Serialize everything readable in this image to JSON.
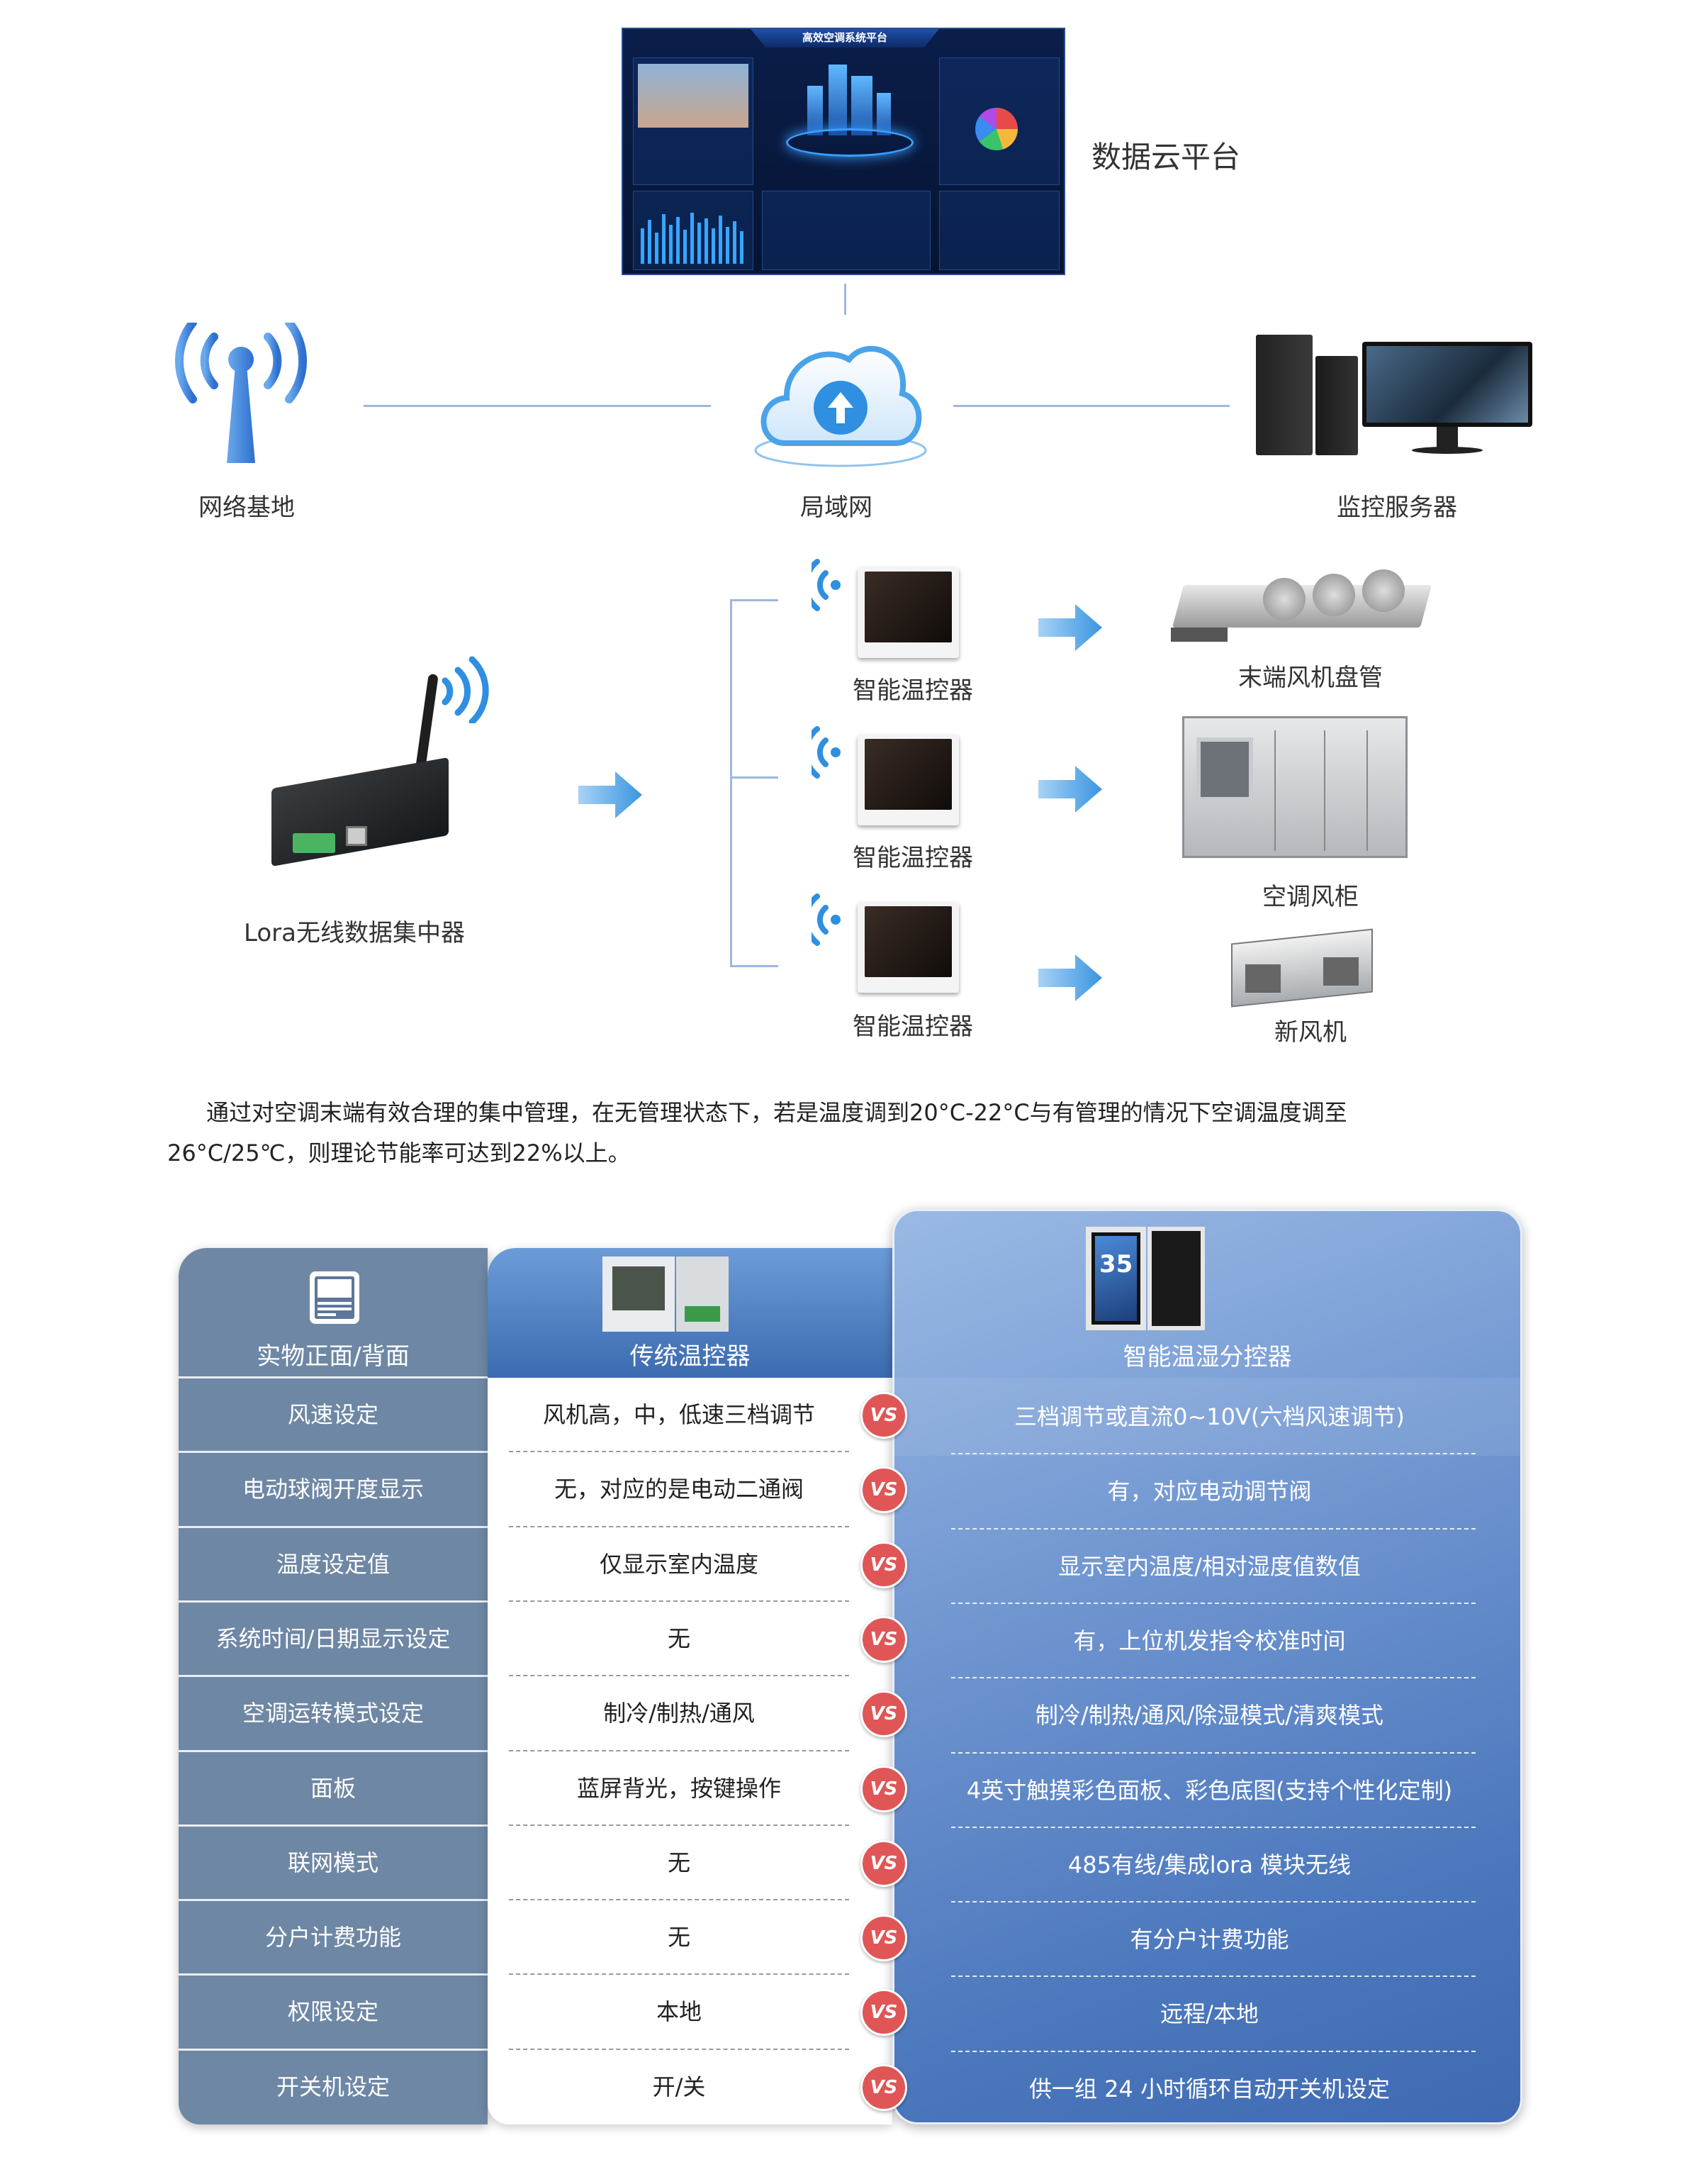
{
  "top": {
    "cloud_platform_label": "数据云平台",
    "dashboard_title": "高效空调系统平台",
    "network_base_label": "网络基地",
    "lan_label": "局域网",
    "server_label": "监控服务器"
  },
  "lora": {
    "concentrator_label": "Lora无线数据集中器"
  },
  "controllers": [
    {
      "label": "智能温控器"
    },
    {
      "label": "智能温控器"
    },
    {
      "label": "智能温控器"
    }
  ],
  "equipment": [
    {
      "label": "末端风机盘管"
    },
    {
      "label": "空调风柜"
    },
    {
      "label": "新风机"
    }
  ],
  "paragraph": {
    "line1": "通过对空调末端有效合理的集中管理，在无管理状态下，若是温度调到20°C-22°C与有管理的情况下空调温度调至",
    "line2": "26°C/25℃，则理论节能率可达到22%以上。"
  },
  "table": {
    "header_feature": "实物正面/背面",
    "header_traditional": "传统温控器",
    "header_smart": "智能温湿分控器",
    "vs_label": "VS",
    "rows": [
      {
        "feature": "风速设定",
        "traditional": "风机高，中，低速三档调节",
        "smart": "三档调节或直流0~10V(六档风速调节)"
      },
      {
        "feature": "电动球阀开度显示",
        "traditional": "无，对应的是电动二通阀",
        "smart": "有，对应电动调节阀"
      },
      {
        "feature": "温度设定值",
        "traditional": "仅显示室内温度",
        "smart": "显示室内温度/相对湿度值数值"
      },
      {
        "feature": "系统时间/日期显示设定",
        "traditional": "无",
        "smart": "有，上位机发指令校准时间"
      },
      {
        "feature": "空调运转模式设定",
        "traditional": "制冷/制热/通风",
        "smart": "制冷/制热/通风/除湿模式/清爽模式"
      },
      {
        "feature": "面板",
        "traditional": "蓝屏背光，按键操作",
        "smart": "4英寸触摸彩色面板、彩色底图(支持个性化定制)"
      },
      {
        "feature": "联网模式",
        "traditional": "无",
        "smart": "485有线/集成lora 模块无线"
      },
      {
        "feature": "分户计费功能",
        "traditional": "无",
        "smart": "有分户计费功能"
      },
      {
        "feature": "权限设定",
        "traditional": "本地",
        "smart": "远程/本地"
      },
      {
        "feature": "开关机设定",
        "traditional": "开/关",
        "smart": "供一组 24 小时循环自动开关机设定"
      }
    ]
  },
  "colors": {
    "line": "#9db8dc",
    "accent_blue": "#2f8fe0",
    "left_column": "#6e87a4",
    "vs_red": "#e05656"
  }
}
